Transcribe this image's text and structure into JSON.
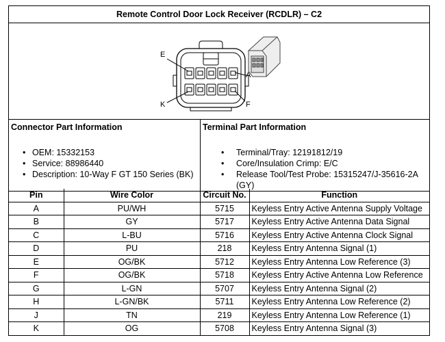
{
  "title": "Remote Control Door Lock Receiver (RCDLR) – C2",
  "diagram": {
    "labels": {
      "E": "E",
      "A": "A",
      "K": "K",
      "F": "F"
    }
  },
  "connector": {
    "heading": "Connector Part Information",
    "items": [
      "OEM: 15332153",
      "Service: 88986440",
      "Description: 10-Way F GT 150 Series (BK)"
    ]
  },
  "terminal": {
    "heading": "Terminal Part Information",
    "items": [
      "Terminal/Tray: 12191812/19",
      "Core/Insulation Crimp: E/C",
      "Release Tool/Test Probe: 15315247/J-35616-2A (GY)"
    ]
  },
  "table": {
    "headers": [
      "Pin",
      "Wire Color",
      "Circuit No.",
      "Function"
    ],
    "rows": [
      [
        "A",
        "PU/WH",
        "5715",
        "Keyless Entry Active Antenna Supply Voltage"
      ],
      [
        "B",
        "GY",
        "5717",
        "Keyless Entry Active Antenna Data Signal"
      ],
      [
        "C",
        "L-BU",
        "5716",
        "Keyless Entry Active Antenna Clock Signal"
      ],
      [
        "D",
        "PU",
        "218",
        "Keyless Entry Antenna Signal (1)"
      ],
      [
        "E",
        "OG/BK",
        "5712",
        "Keyless Entry Antenna Low Reference (3)"
      ],
      [
        "F",
        "OG/BK",
        "5718",
        "Keyless Entry Active Antenna Low Reference"
      ],
      [
        "G",
        "L-GN",
        "5707",
        "Keyless Entry Antenna Signal (2)"
      ],
      [
        "H",
        "L-GN/BK",
        "5711",
        "Keyless Entry Antenna Low Reference (2)"
      ],
      [
        "J",
        "TN",
        "219",
        "Keyless Entry Antenna Low Reference (1)"
      ],
      [
        "K",
        "OG",
        "5708",
        "Keyless Entry Antenna Signal (3)"
      ]
    ]
  }
}
